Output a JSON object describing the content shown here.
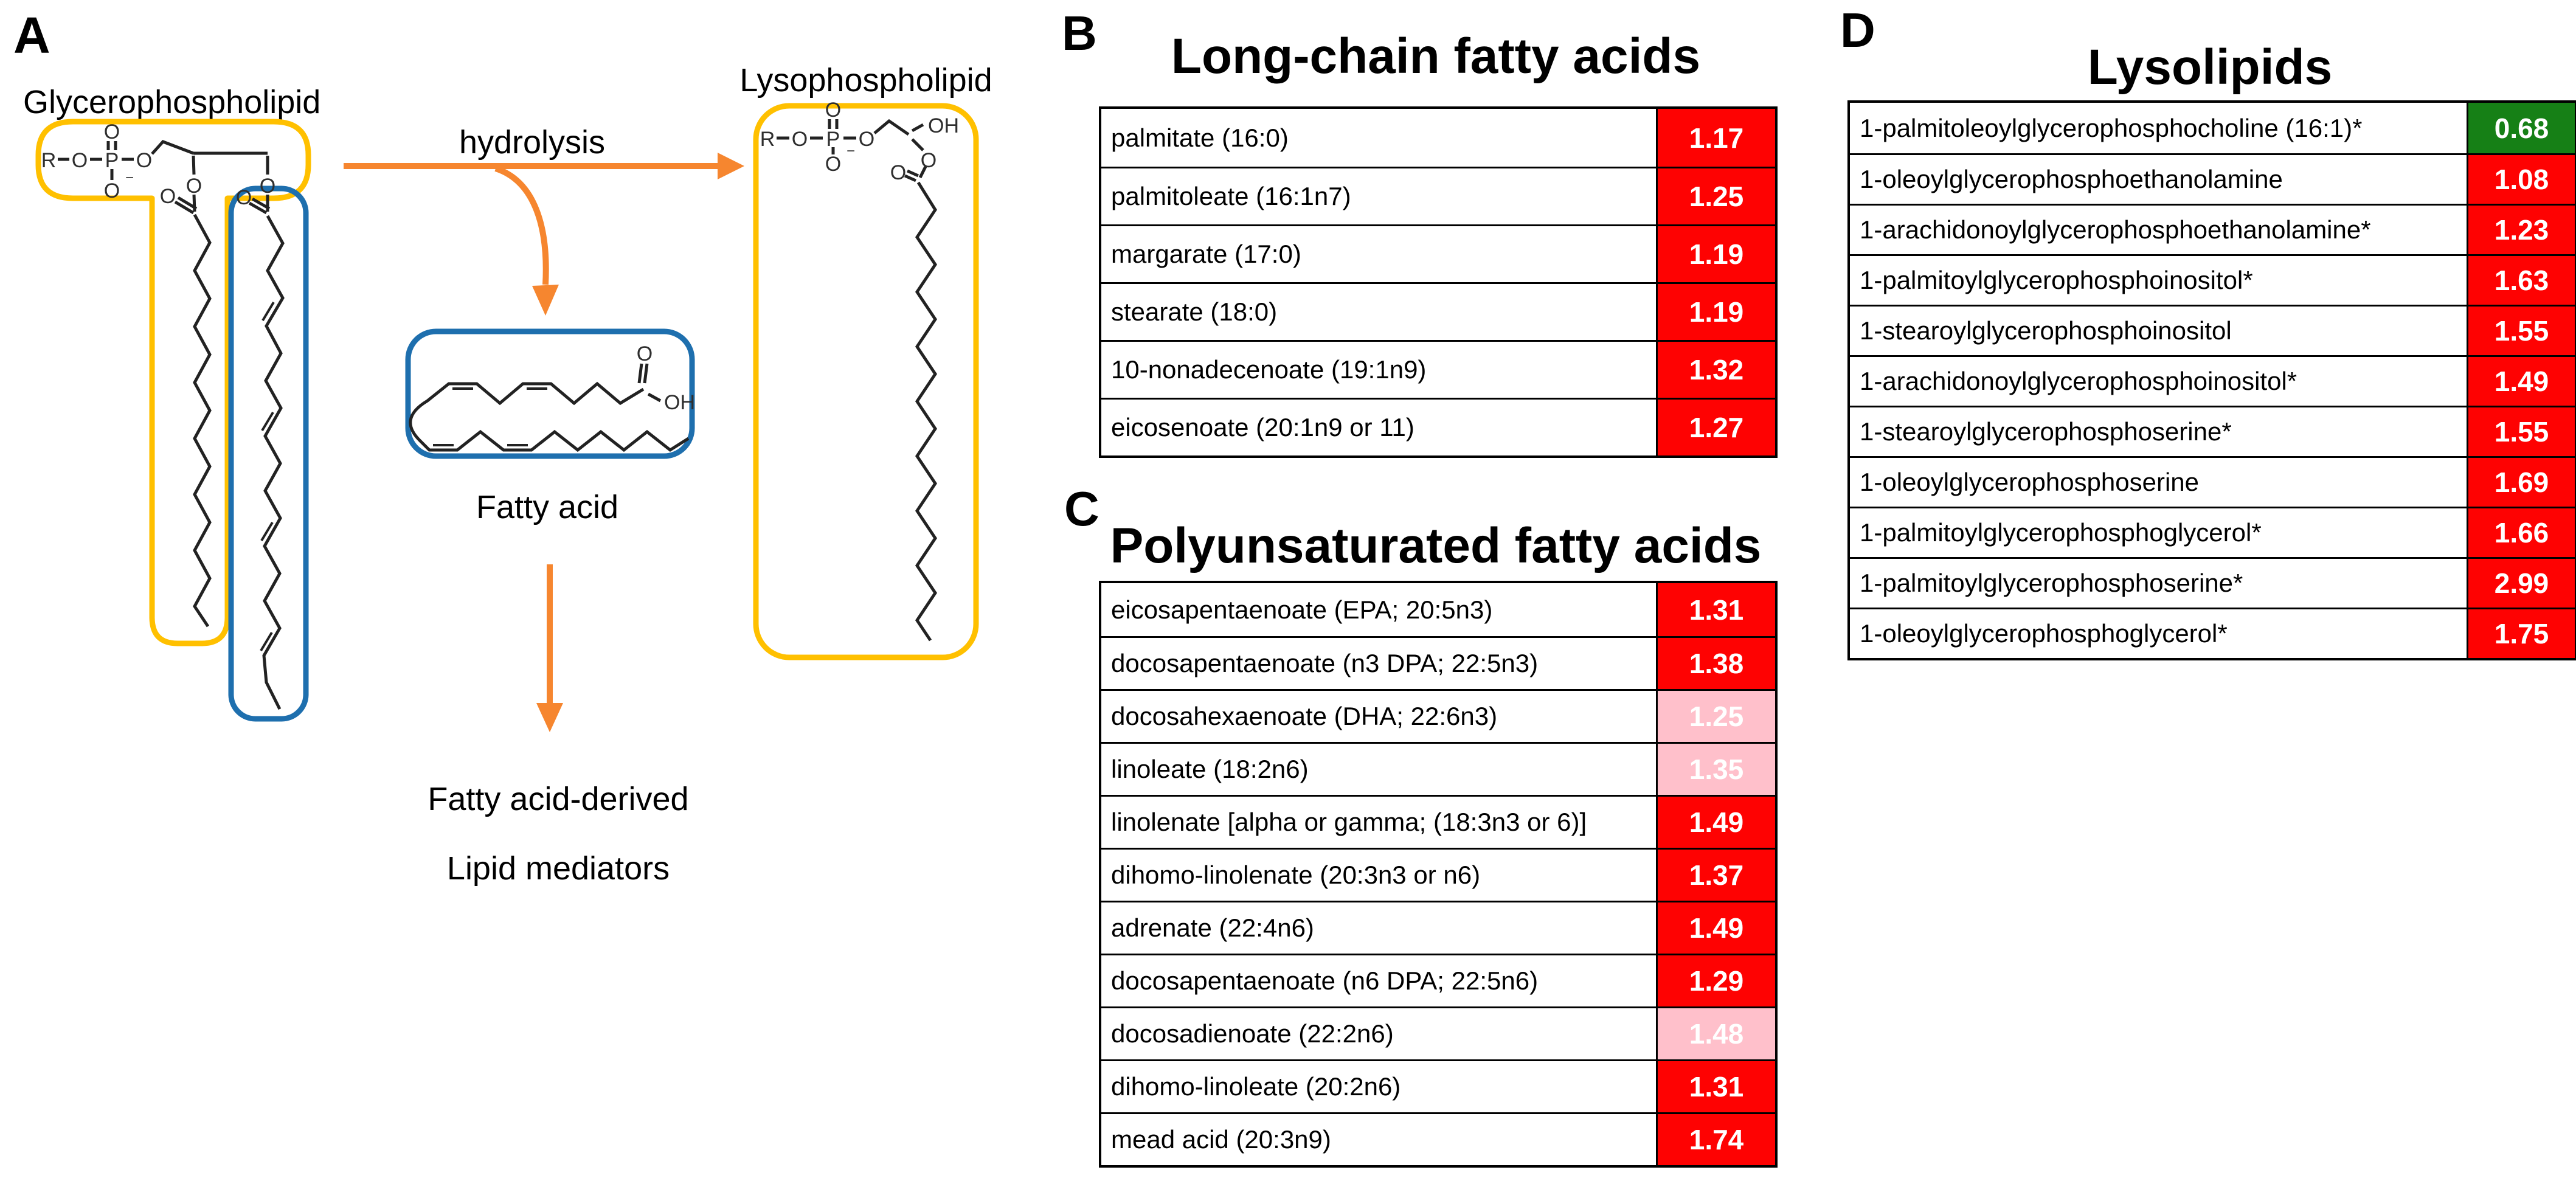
{
  "colors": {
    "red": "#FE0202",
    "pink": "#FFC0CB",
    "green": "#168016",
    "yellow": "#FFC000",
    "blue": "#1E6FAE",
    "orange": "#F6862F"
  },
  "panel_a": {
    "letter": "A",
    "glycerophospholipid_label": "Glycerophospholipid",
    "lysophospholipid_label": "Lysophospholipid",
    "hydrolysis_label": "hydrolysis",
    "fatty_acid_label": "Fatty acid",
    "mediators_line1": "Fatty acid-derived",
    "mediators_line2": "Lipid mediators",
    "atom_r": "R",
    "atom_o": "O",
    "atom_p": "P",
    "atom_oh": "OH",
    "charge_minus": "−"
  },
  "panel_b": {
    "letter": "B",
    "title": "Long-chain fatty acids",
    "rows": [
      {
        "name": "palmitate (16:0)",
        "value": "1.17",
        "color": "red"
      },
      {
        "name": "palmitoleate (16:1n7)",
        "value": "1.25",
        "color": "red"
      },
      {
        "name": "margarate (17:0)",
        "value": "1.19",
        "color": "red"
      },
      {
        "name": "stearate (18:0)",
        "value": "1.19",
        "color": "red"
      },
      {
        "name": "10-nonadecenoate (19:1n9)",
        "value": "1.32",
        "color": "red"
      },
      {
        "name": "eicosenoate (20:1n9 or 11)",
        "value": "1.27",
        "color": "red"
      }
    ]
  },
  "panel_c": {
    "letter": "C",
    "title": "Polyunsaturated fatty acids",
    "rows": [
      {
        "name": "eicosapentaenoate (EPA; 20:5n3)",
        "value": "1.31",
        "color": "red"
      },
      {
        "name": "docosapentaenoate (n3 DPA; 22:5n3)",
        "value": "1.38",
        "color": "red"
      },
      {
        "name": "docosahexaenoate (DHA; 22:6n3)",
        "value": "1.25",
        "color": "pink"
      },
      {
        "name": "linoleate (18:2n6)",
        "value": "1.35",
        "color": "pink"
      },
      {
        "name": "linolenate [alpha or gamma; (18:3n3 or 6)]",
        "value": "1.49",
        "color": "red"
      },
      {
        "name": "dihomo-linolenate (20:3n3 or n6)",
        "value": "1.37",
        "color": "red"
      },
      {
        "name": "adrenate (22:4n6)",
        "value": "1.49",
        "color": "red"
      },
      {
        "name": "docosapentaenoate (n6 DPA; 22:5n6)",
        "value": "1.29",
        "color": "red"
      },
      {
        "name": "docosadienoate (22:2n6)",
        "value": "1.48",
        "color": "pink"
      },
      {
        "name": "dihomo-linoleate (20:2n6)",
        "value": "1.31",
        "color": "red"
      },
      {
        "name": "mead acid (20:3n9)",
        "value": "1.74",
        "color": "red"
      }
    ]
  },
  "panel_d": {
    "letter": "D",
    "title": "Lysolipids",
    "rows": [
      {
        "name": "1-palmitoleoylglycerophosphocholine (16:1)*",
        "value": "0.68",
        "color": "green"
      },
      {
        "name": "1-oleoylglycerophosphoethanolamine",
        "value": "1.08",
        "color": "red"
      },
      {
        "name": "1-arachidonoylglycerophosphoethanolamine*",
        "value": "1.23",
        "color": "red"
      },
      {
        "name": "1-palmitoylglycerophosphoinositol*",
        "value": "1.63",
        "color": "red"
      },
      {
        "name": "1-stearoylglycerophosphoinositol",
        "value": "1.55",
        "color": "red"
      },
      {
        "name": "1-arachidonoylglycerophosphoinositol*",
        "value": "1.49",
        "color": "red"
      },
      {
        "name": "1-stearoylglycerophosphoserine*",
        "value": "1.55",
        "color": "red"
      },
      {
        "name": "1-oleoylglycerophosphoserine",
        "value": "1.69",
        "color": "red"
      },
      {
        "name": "1-palmitoylglycerophosphoglycerol*",
        "value": "1.66",
        "color": "red"
      },
      {
        "name": "1-palmitoylglycerophosphoserine*",
        "value": "2.99",
        "color": "red"
      },
      {
        "name": "1-oleoylglycerophosphoglycerol*",
        "value": "1.75",
        "color": "red"
      }
    ]
  }
}
